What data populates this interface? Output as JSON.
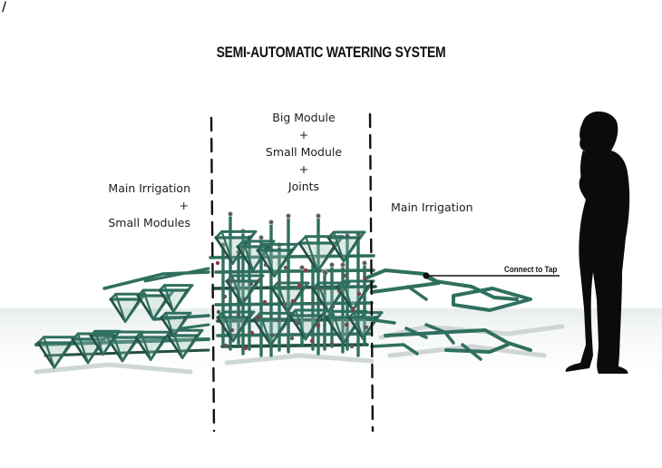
{
  "title": "SEMI-AUTOMATIC WATERING SYSTEM",
  "corner_mark": "/",
  "zones": [
    {
      "id": "left",
      "lines": [
        "Main Irrigation",
        "+",
        "Small Modules"
      ]
    },
    {
      "id": "center",
      "lines": [
        "Big Module",
        "+",
        "Small Module",
        "+",
        "Joints"
      ]
    },
    {
      "id": "right",
      "lines": [
        "Main Irrigation"
      ]
    }
  ],
  "callout": {
    "label": "Connect to Tap"
  },
  "colors": {
    "pipe": "#2f6f5e",
    "pipe_dark": "#234f44",
    "joint": "#5a5a5a",
    "joint_accent": "#8a3a4a",
    "silhouette": "#0b0b0b",
    "divider": "#111111"
  },
  "figure": {
    "subject": "human-silhouette",
    "pose": "standing-thinking"
  }
}
